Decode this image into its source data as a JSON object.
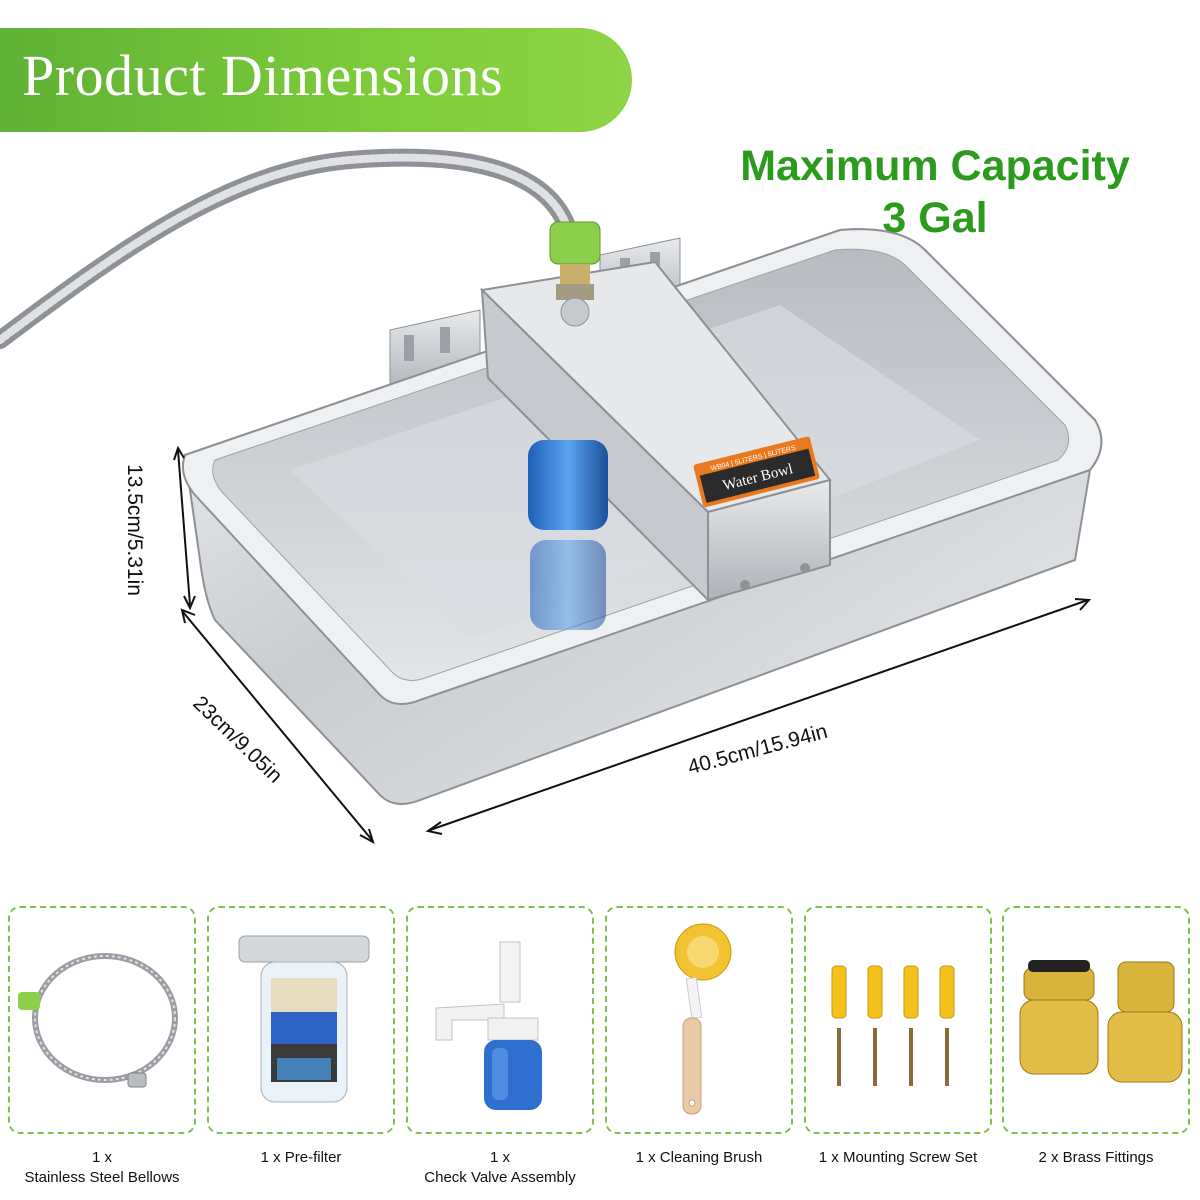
{
  "banner": {
    "title": "Product Dimensions"
  },
  "capacity": {
    "line1": "Maximum Capacity",
    "line2": "3 Gal"
  },
  "dimensions": {
    "height": "13.5cm/5.31in",
    "width": "23cm/9.05in",
    "length": "40.5cm/15.94in"
  },
  "product_label": {
    "top": "WB04 | 5LITERS | 6LITERS",
    "name": "Water Bowl"
  },
  "accessories": [
    {
      "qty": "1 x",
      "name": "Stainless Steel Bellows"
    },
    {
      "qty": "",
      "name": "1 x Pre-filter"
    },
    {
      "qty": "1 x",
      "name": "Check Valve Assembly"
    },
    {
      "qty": "",
      "name": "1 x Cleaning Brush"
    },
    {
      "qty": "",
      "name": "1 x Mounting Screw Set"
    },
    {
      "qty": "",
      "name": "2 x Brass Fittings"
    }
  ],
  "colors": {
    "accent_green": "#7dcc3b",
    "title_green": "#2c9a1d",
    "card_border": "#7cc24b"
  }
}
